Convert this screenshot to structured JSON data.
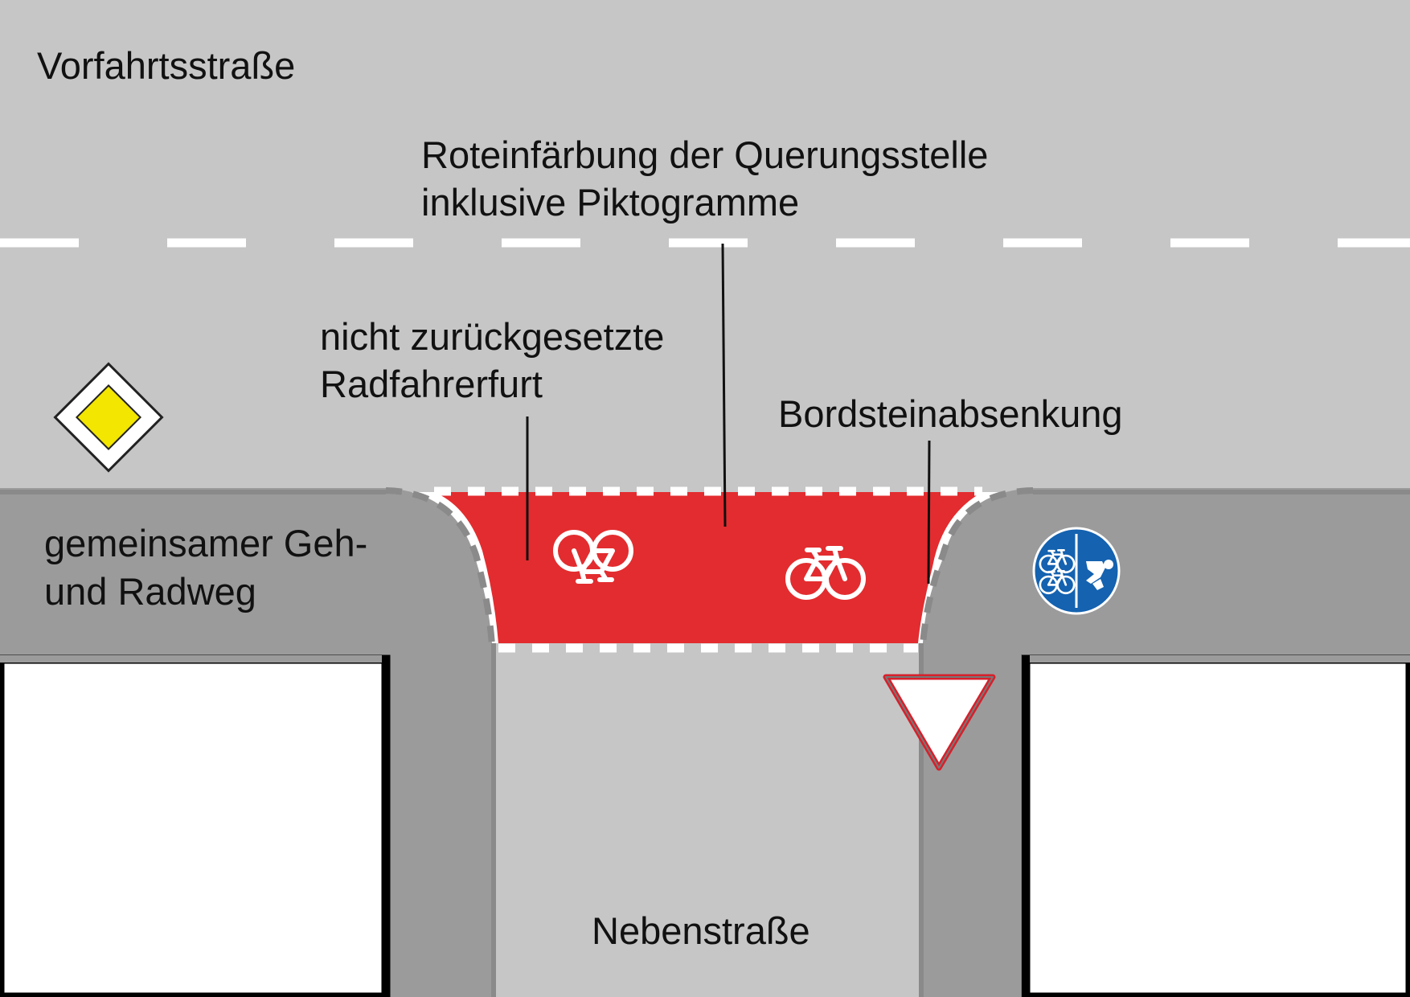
{
  "labels": {
    "main_road": "Vorfahrtsstraße",
    "red_marking_line1": "Roteinfärbung der Querungsstelle",
    "red_marking_line2": "inklusive Piktogramme",
    "crossing_line1": "nicht zurückgesetzte",
    "crossing_line2": "Radfahrerfurt",
    "curb": "Bordsteinabsenkung",
    "path_line1": "gemeinsamer Geh-",
    "path_line2": "und Radweg",
    "side_road": "Nebenstraße"
  },
  "icons": {
    "priority_road_sign": "priority-road-sign-icon",
    "yield_sign": "yield-sign-icon",
    "segregated_path_sign": "segregated-bike-pedestrian-sign-icon",
    "bicycle_pictogram": "bicycle-icon"
  },
  "colors": {
    "road": "#c6c6c6",
    "sidewalk": "#9b9b9b",
    "crossing_red": "#e32c2f",
    "markings": "#ffffff",
    "building_outline": "#000000",
    "priority_sign_yellow": "#f3e600",
    "yield_sign_red": "#d7202b",
    "blue_sign": "#1462b0"
  }
}
